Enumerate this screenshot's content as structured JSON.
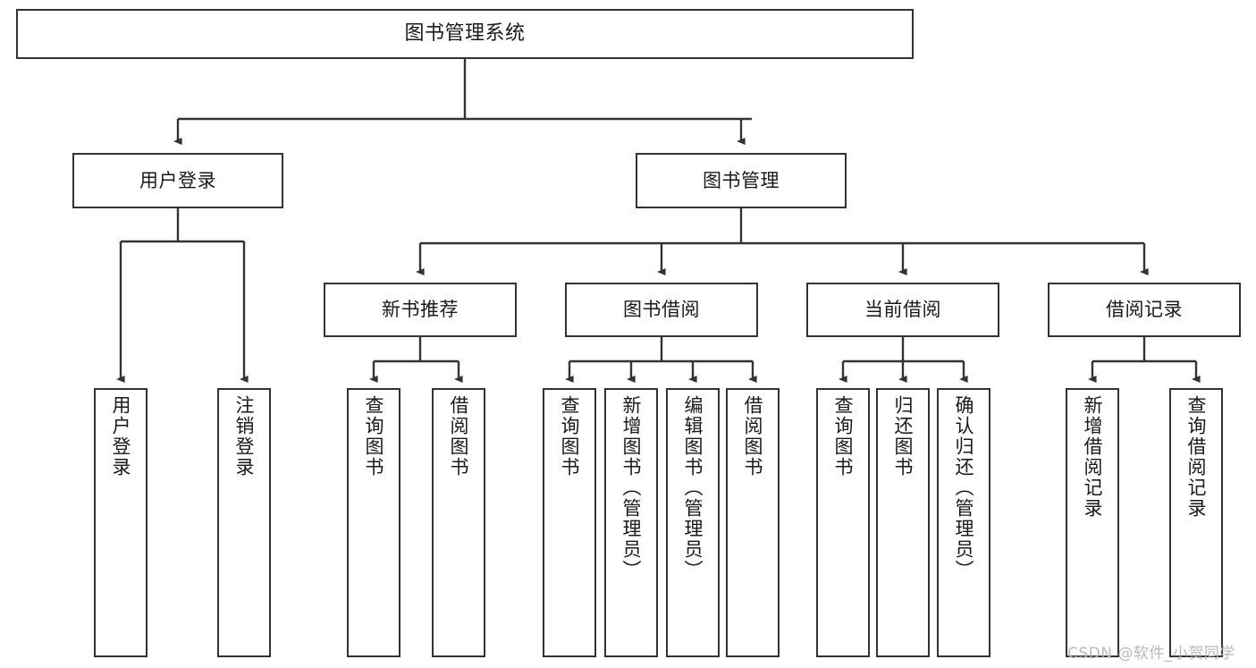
{
  "diagram": {
    "type": "tree-hierarchy",
    "title": "图书管理系统",
    "root": {
      "label": "图书管理系统"
    },
    "level2": [
      {
        "label": "用户登录"
      },
      {
        "label": "图书管理"
      }
    ],
    "level3": [
      {
        "label": "新书推荐"
      },
      {
        "label": "图书借阅"
      },
      {
        "label": "当前借阅"
      },
      {
        "label": "借阅记录"
      }
    ],
    "leaves": {
      "user_login": [
        {
          "label": "用户登录"
        },
        {
          "label": "注销登录"
        }
      ],
      "new_book_recommend": [
        {
          "label": "查询图书"
        },
        {
          "label": "借阅图书"
        }
      ],
      "book_borrow": [
        {
          "label": "查询图书"
        },
        {
          "label": "新增图书（管理员）"
        },
        {
          "label": "编辑图书（管理员）"
        },
        {
          "label": "借阅图书"
        }
      ],
      "current_borrow": [
        {
          "label": "查询图书"
        },
        {
          "label": "归还图书"
        },
        {
          "label": "确认归还（管理员）"
        }
      ],
      "borrow_record": [
        {
          "label": "新增借阅记录"
        },
        {
          "label": "查询借阅记录"
        }
      ]
    }
  },
  "watermark": {
    "text": "CSDN @软件_小贺同学"
  },
  "colors": {
    "stroke": "#333333",
    "fill": "#ffffff",
    "text": "#1a1a1a",
    "watermark": "#b9b9b9"
  }
}
